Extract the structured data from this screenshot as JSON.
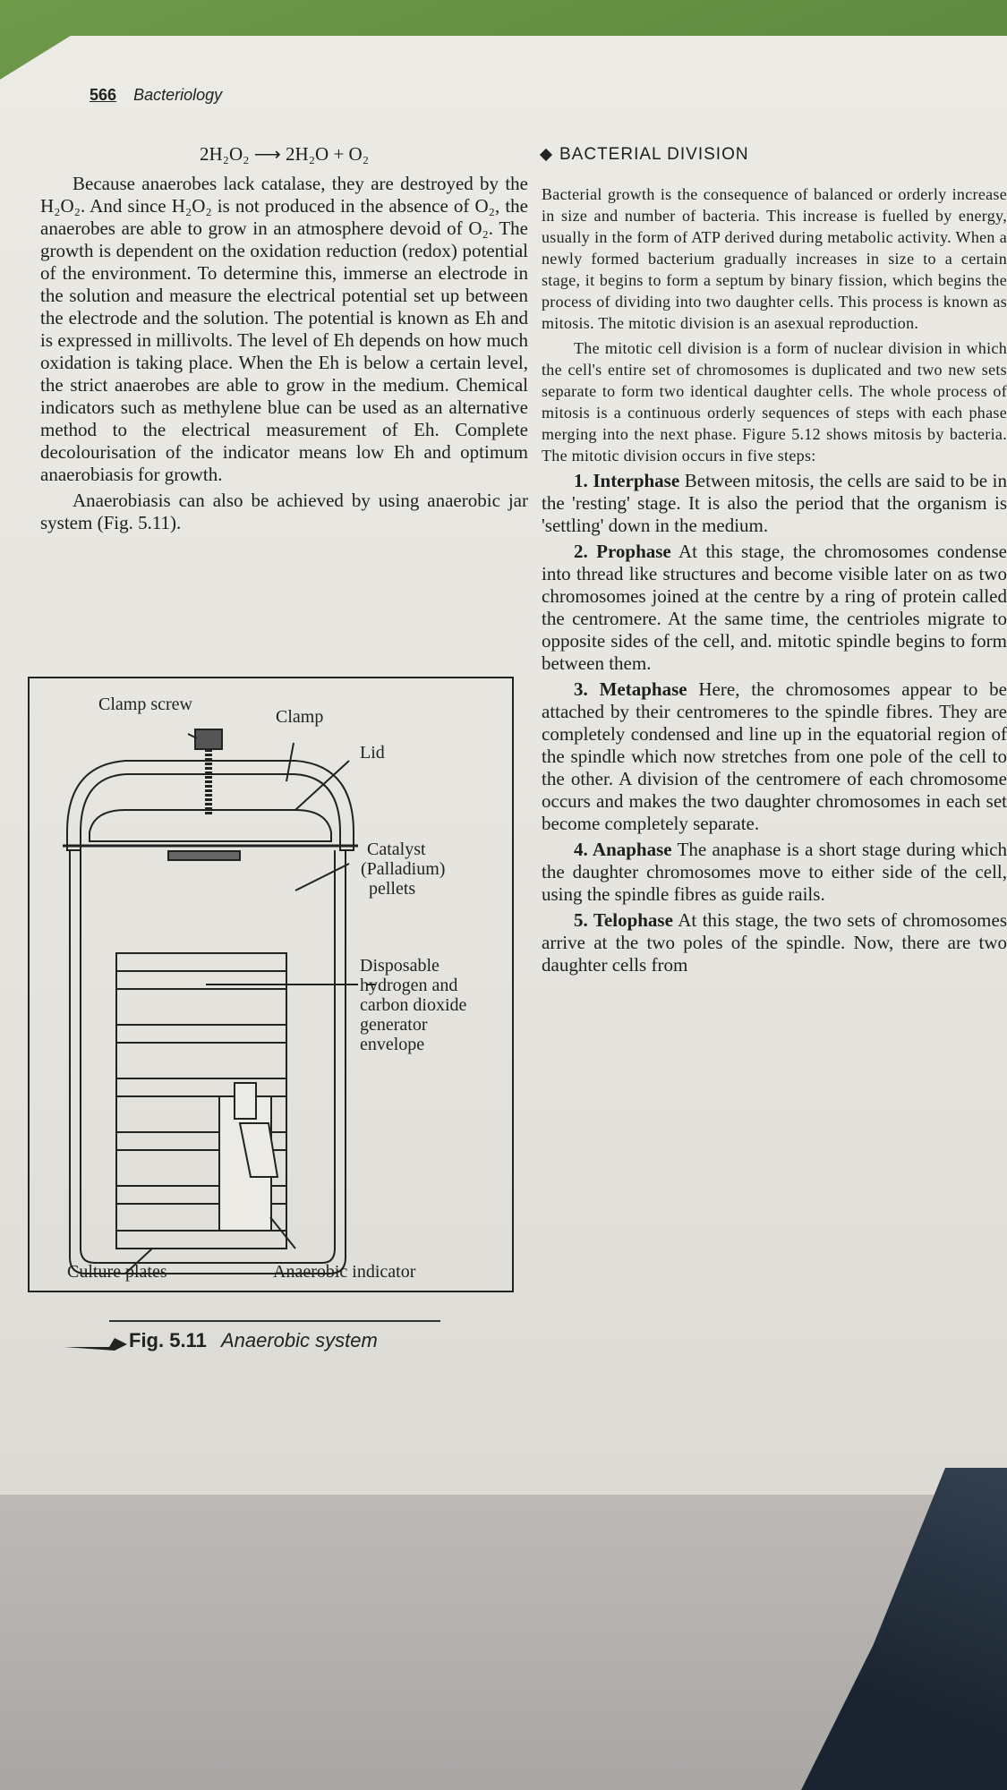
{
  "header": {
    "page_number": "566",
    "running_title": "Bacteriology"
  },
  "left": {
    "equation": "2H₂O₂ ⟶ 2H₂O + O₂",
    "para1": "Because anaerobes lack catalase, they are destroyed by the H₂O₂. And since H₂O₂ is not produced in the absence of O₂, the anaerobes are able to grow in an atmosphere devoid of O₂. The growth is dependent on the oxidation reduction (redox) potential of the environment. To determine this, immerse an electrode in the solution and measure the electrical potential set up between the electrode and the solution. The potential is known as Eh and is expressed in millivolts. The level of Eh depends on how much oxidation is taking place. When the Eh is below a certain level, the strict anaerobes are able to grow in the medium. Chemical indicators such as methylene blue can be used as an alternative method to the electrical measurement of Eh. Complete decolourisation of the indicator means low Eh and optimum anaerobiasis for growth.",
    "para2": "Anaerobiasis can also be achieved by using anaerobic jar system (Fig. 5.11)."
  },
  "figure": {
    "labels": {
      "clamp_screw": "Clamp screw",
      "clamp": "Clamp",
      "lid": "Lid",
      "catalyst_1": "Catalyst",
      "catalyst_2": "(Palladium)",
      "catalyst_3": "pellets",
      "envelope_1": "Disposable",
      "envelope_2": "hydrogen and",
      "envelope_3": "carbon dioxide",
      "envelope_4": "generator",
      "envelope_5": "envelope",
      "culture_plates": "Culture plates",
      "anaerobic_indicator": "Anaerobic indicator"
    },
    "caption_number": "Fig. 5.11",
    "caption_title": "Anaerobic system"
  },
  "right": {
    "section_heading": "BACTERIAL DIVISION",
    "intro": "Bacterial growth is the consequence of balanced or orderly increase in size and number of bacteria. This increase is fuelled by energy, usually in the form of ATP derived during metabolic activity. When a newly formed bacterium gradually increases in size to a certain stage, it begins to form a septum by binary fission, which begins the process of dividing into two daughter cells. This process is known as mitosis. The mitotic division is an asexual reproduction.",
    "para_mitosis": "The mitotic cell division is a form of nuclear division in which the cell's entire set of chromosomes is duplicated and two new sets separate to form two identical daughter cells. The whole process of mitosis is a continuous orderly sequences of steps with each phase merging into the next phase. Figure 5.12 shows mitosis by bacteria. The mitotic division occurs in five steps:",
    "steps": [
      {
        "title": "1. Interphase",
        "text": "Between mitosis, the cells are said to be in the 'resting' stage. It is also the period that the organism is 'settling' down in the medium."
      },
      {
        "title": "2. Prophase",
        "text": "At this stage, the chromosomes condense into thread like structures and become visible later on as two chromosomes joined at the centre by a ring of protein called the centromere. At the same time, the centrioles migrate to opposite sides of the cell, and. mitotic spindle begins to form between them."
      },
      {
        "title": "3. Metaphase",
        "text": "Here, the chromosomes appear to be attached by their centromeres to the spindle fibres. They are completely condensed and line up in the equatorial region of the spindle which now stretches from one pole of the cell to the other. A division of the centromere of each chromosome occurs and makes the two daughter chromosomes in each set become completely separate."
      },
      {
        "title": "4. Anaphase",
        "text": "The anaphase is a short stage during which the daughter chromosomes move to either side of the cell, using the spindle fibres as guide rails."
      },
      {
        "title": "5. Telophase",
        "text": "At this stage, the two sets of chromosomes arrive at the two poles of the spindle. Now, there are two daughter cells from"
      }
    ]
  }
}
